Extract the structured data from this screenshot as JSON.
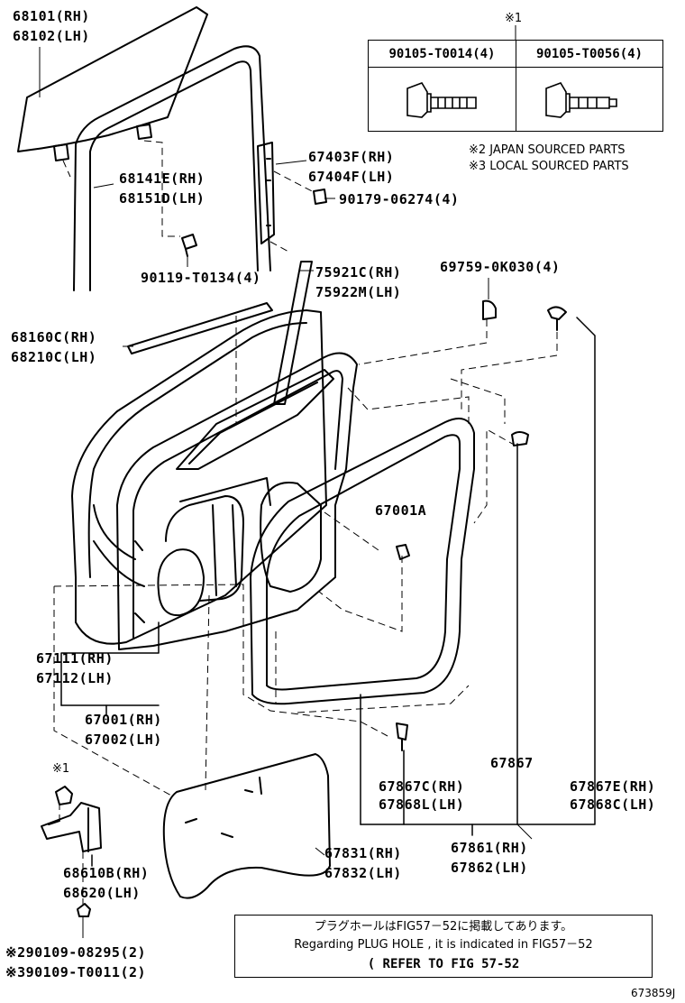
{
  "labels": {
    "p68101": "68101(RH)",
    "p68102": "68102(LH)",
    "p68141": "68141E(RH)",
    "p68151": "68151D(LH)",
    "p90119": "90119-T0134(4)",
    "p67403": "67403F(RH)",
    "p67404": "67404F(LH)",
    "p90179": "90179-06274(4)",
    "p75921": "75921C(RH)",
    "p75922": "75922M(LH)",
    "p69759": "69759-0K030(4)",
    "p68160": "68160C(RH)",
    "p68210": "68210C(LH)",
    "p67001a": "67001A",
    "p67111": "67111(RH)",
    "p67112": "67112(LH)",
    "p67001": "67001(RH)",
    "p67002": "67002(LH)",
    "p67867": "67867",
    "p67867c": "67867C(RH)",
    "p67868l": "67868L(LH)",
    "p67867e": "67867E(RH)",
    "p67868c": "67868C(LH)",
    "p67861": "67861(RH)",
    "p67862": "67862(LH)",
    "p67831": "67831(RH)",
    "p67832": "67832(LH)",
    "p68610": "68610B(RH)",
    "p68620": "68620(LH)",
    "p90109a": "※290109-08295(2)",
    "p90109b": "※390109-T0011(2)",
    "ref_mark_1": "※1",
    "ref_mark_1b": "※1",
    "diagram_id": "673859J"
  },
  "fastener_table": {
    "header_mark": "※1",
    "col1": "90105-T0014(4)",
    "col2": "90105-T0056(4)"
  },
  "notes": {
    "note2": "※2 JAPAN SOURCED PARTS",
    "note3": "※3 LOCAL SOURCED PARTS"
  },
  "reference_box": {
    "jp": "プラグホールはFIG57－52に掲載してあります。",
    "en": "Regarding  PLUG HOLE , it is indicated in FIG57－52",
    "ref": "( REFER TO FIG 57-52"
  }
}
